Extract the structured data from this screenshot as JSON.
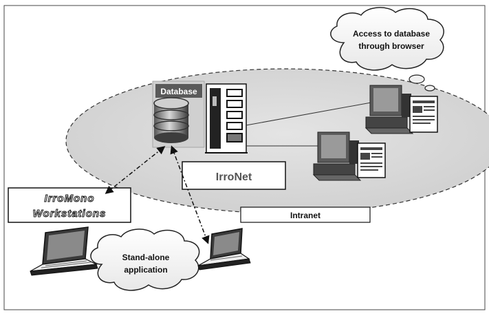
{
  "cloud_browser": {
    "line1": "Access to database",
    "line2": "through browser"
  },
  "cloud_standalone": {
    "line1": "Stand-alone",
    "line2": "application"
  },
  "database_label": "Database",
  "irronet_label": "IrroNet",
  "intranet_label": "Intranet",
  "irromono_label": {
    "line1": "IrroMono",
    "line2": "Workstations"
  }
}
